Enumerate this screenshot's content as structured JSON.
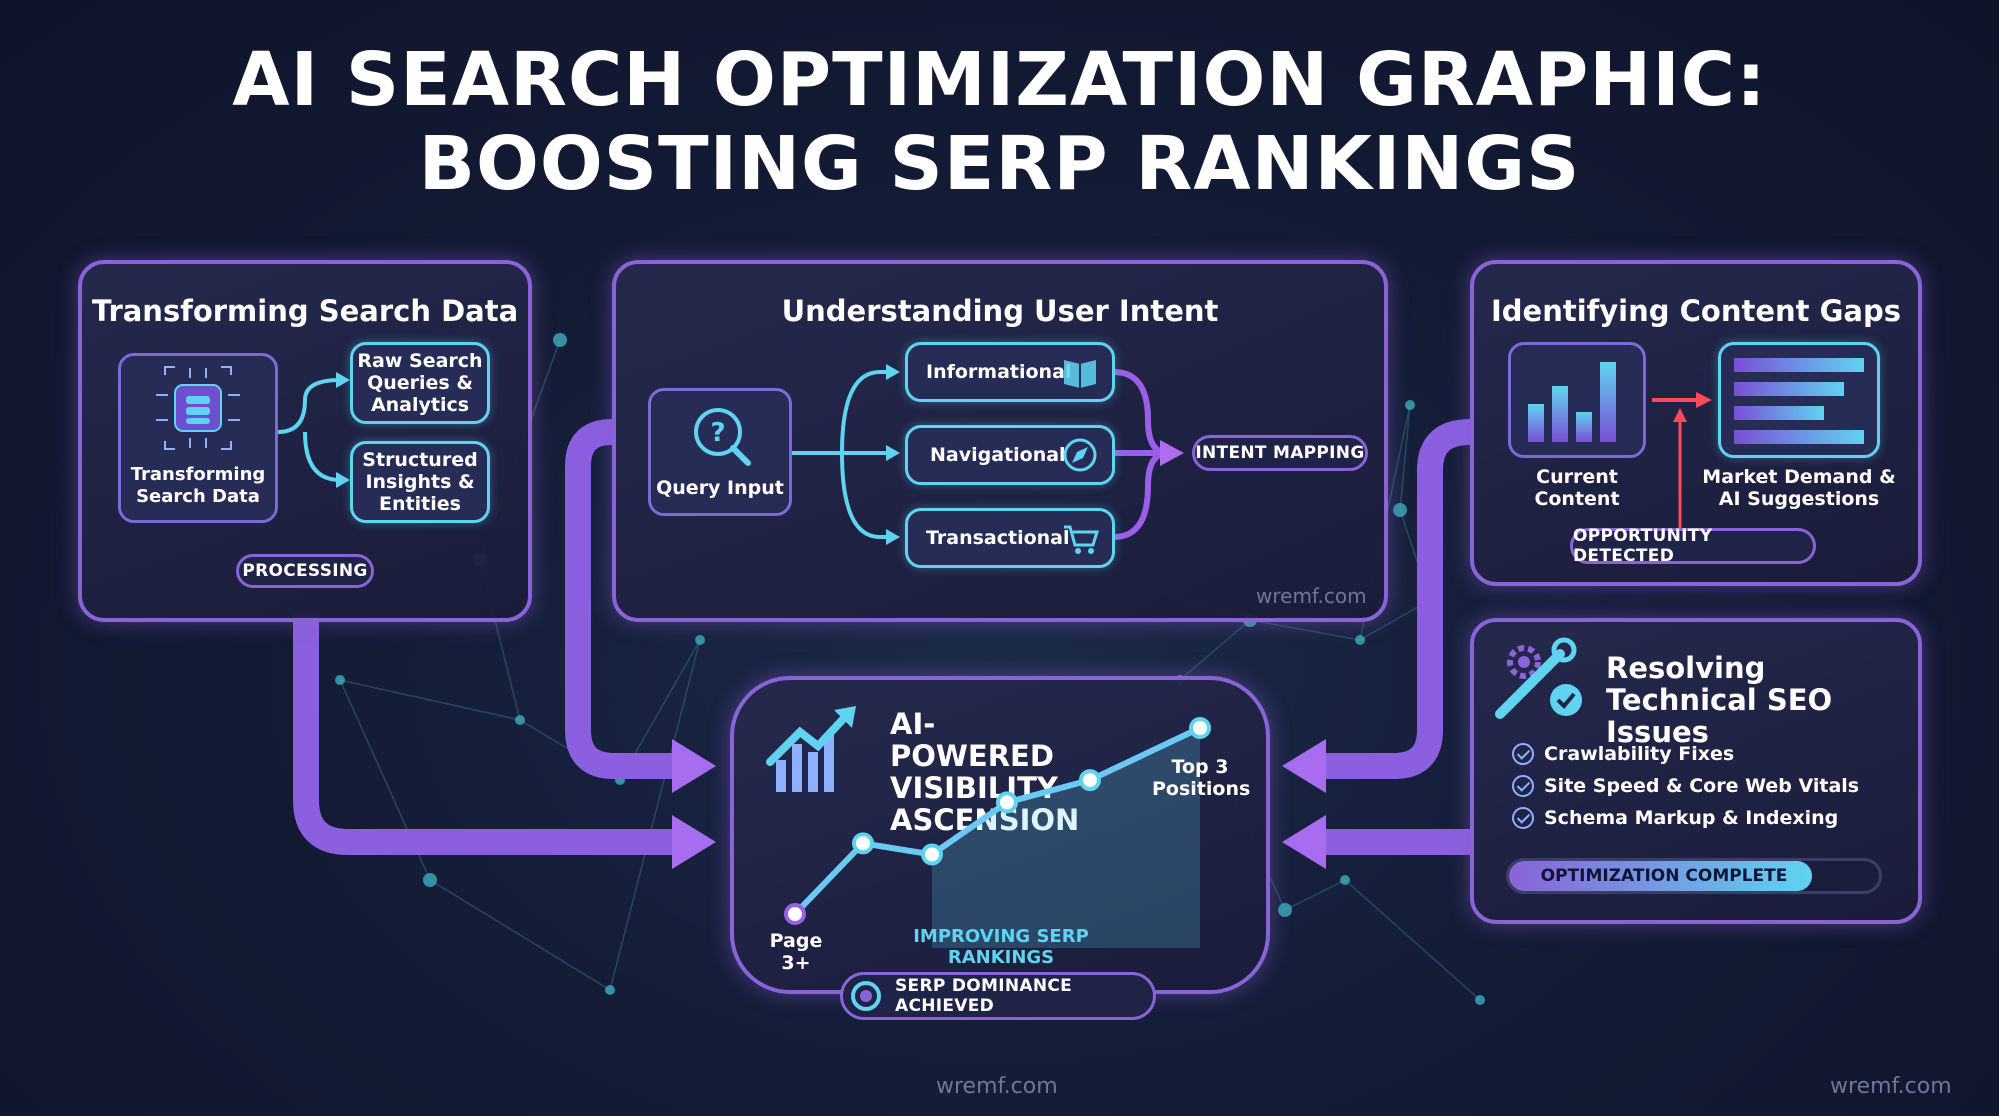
{
  "title": {
    "line1": "AI SEARCH OPTIMIZATION GRAPHIC:",
    "line2": "BOOSTING SERP RANKINGS"
  },
  "panels": {
    "transform": {
      "title": "Transforming Search Data",
      "source_label": "Transforming Search Data",
      "outputs": [
        "Raw Search Queries & Analytics",
        "Structured Insights & Entities"
      ],
      "badge": "PROCESSING"
    },
    "intent": {
      "title": "Understanding User Intent",
      "input_label": "Query Input",
      "types": [
        "Informational",
        "Navigational",
        "Transactional"
      ],
      "badge": "INTENT MAPPING",
      "watermark": "wremf.com"
    },
    "gaps": {
      "title": "Identifying Content Gaps",
      "current_label": "Current Content",
      "demand_label": "Market Demand & AI Suggestions",
      "badge": "OPPORTUNITY DETECTED"
    },
    "technical": {
      "title": "Resolving Technical SEO Issues",
      "items": [
        "Crawlability Fixes",
        "Site Speed & Core Web Vitals",
        "Schema Markup & Indexing"
      ],
      "progress_label": "OPTIMIZATION COMPLETE",
      "progress": 0.82
    },
    "center": {
      "title": "AI-POWERED VISIBILITY ASCENSION",
      "start_label": "Page 3+",
      "end_label": "Top 3 Positions",
      "caption": "IMPROVING SERP RANKINGS",
      "badge": "SERP DOMINANCE ACHIEVED",
      "trend": [
        0,
        0.38,
        0.32,
        0.6,
        0.72,
        1.0
      ]
    }
  },
  "watermarks": [
    "wremf.com",
    "wremf.com"
  ],
  "colors": {
    "accent_purple": "#8a63d8",
    "accent_cyan": "#5fd3f0",
    "alert_red": "#ff4a5a",
    "background": "#121a33"
  },
  "icons": {
    "transform": "chip-data-icon",
    "query": "question-magnifier-icon",
    "informational": "book-icon",
    "navigational": "compass-icon",
    "transactional": "cart-icon",
    "current": "bar-chart-icon",
    "demand": "list-bars-icon",
    "technical": "gear-wrench-check-icon",
    "center": "growth-chart-icon"
  }
}
